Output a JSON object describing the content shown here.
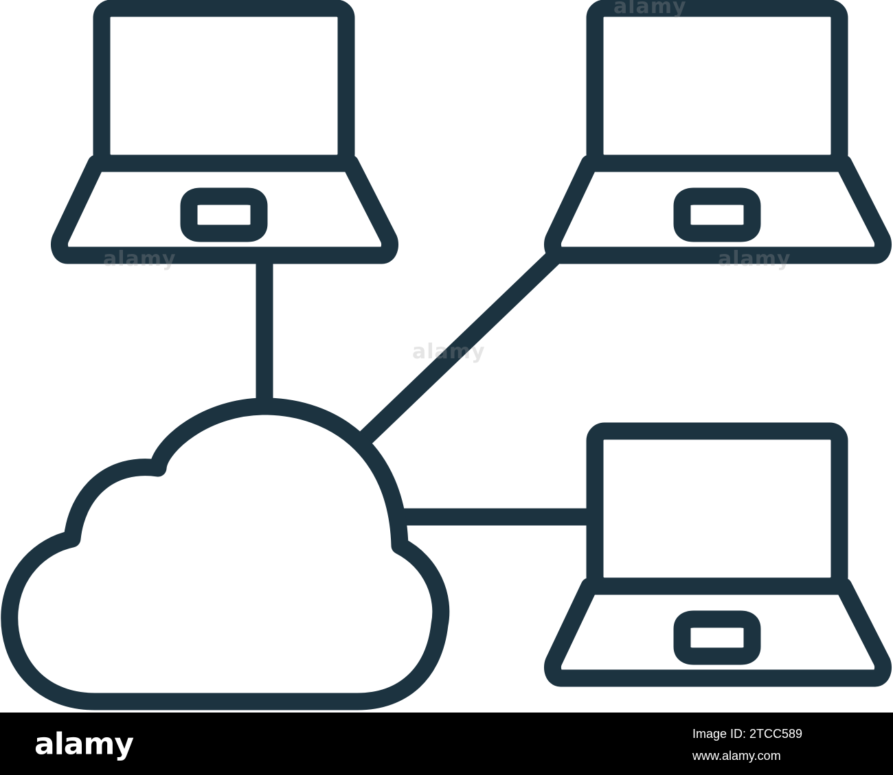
{
  "colors": {
    "ink": "#1c3340",
    "background": "#ffffff",
    "banner_background": "#000000",
    "banner_text": "#ffffff"
  },
  "diagram": {
    "nodes": [
      {
        "icon": "cloud-icon"
      },
      {
        "icon": "laptop-icon"
      },
      {
        "icon": "laptop-icon"
      },
      {
        "icon": "laptop-icon"
      }
    ],
    "links": 3
  },
  "watermark": {
    "text": "alamy"
  },
  "banner": {
    "brand": "alamy",
    "image_id": "Image ID: 2TCC589",
    "site": "www.alamy.com"
  }
}
